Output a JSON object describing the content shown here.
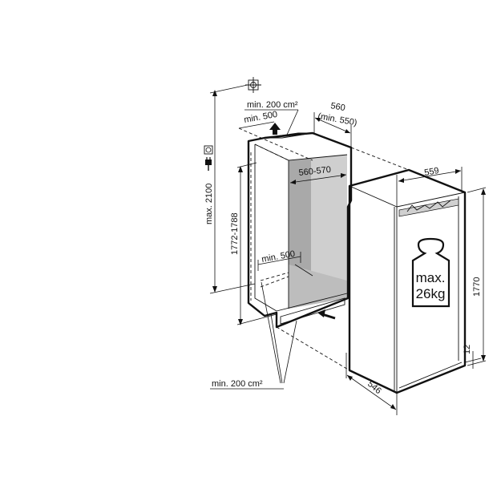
{
  "diagram": {
    "title": "Built-in refrigerator installation dimensions",
    "labels": {
      "top_vent_area": "min. 200 cm²",
      "top_clearance": "min. 500",
      "niche_depth": "560",
      "niche_depth_min": "(min. 550)",
      "max_height": "max. 2100",
      "niche_height": "1772-1788",
      "niche_width": "560-570",
      "bottom_clearance": "min. 500",
      "bottom_vent_area": "min. 200 cm²",
      "appliance_width": "559",
      "appliance_height": "1770",
      "appliance_depth": "546",
      "plinth_gap": "12",
      "door_load_line1": "max.",
      "door_load_line2": "26kg"
    },
    "icons": {
      "socket": "power-socket-icon",
      "plug": "power-plug-icon",
      "water_connection": "crosshair-connection-icon",
      "weight": "weight-icon",
      "airflow_arrow_top": "arrow-up-icon",
      "airflow_arrow_bottom": "arrow-in-icon"
    },
    "colors": {
      "line": "#111111",
      "niche_back_dark": "#a9a9a9",
      "niche_back_light": "#cfcfcf",
      "niche_floor": "#bdbdbd",
      "background": "#ffffff"
    }
  }
}
